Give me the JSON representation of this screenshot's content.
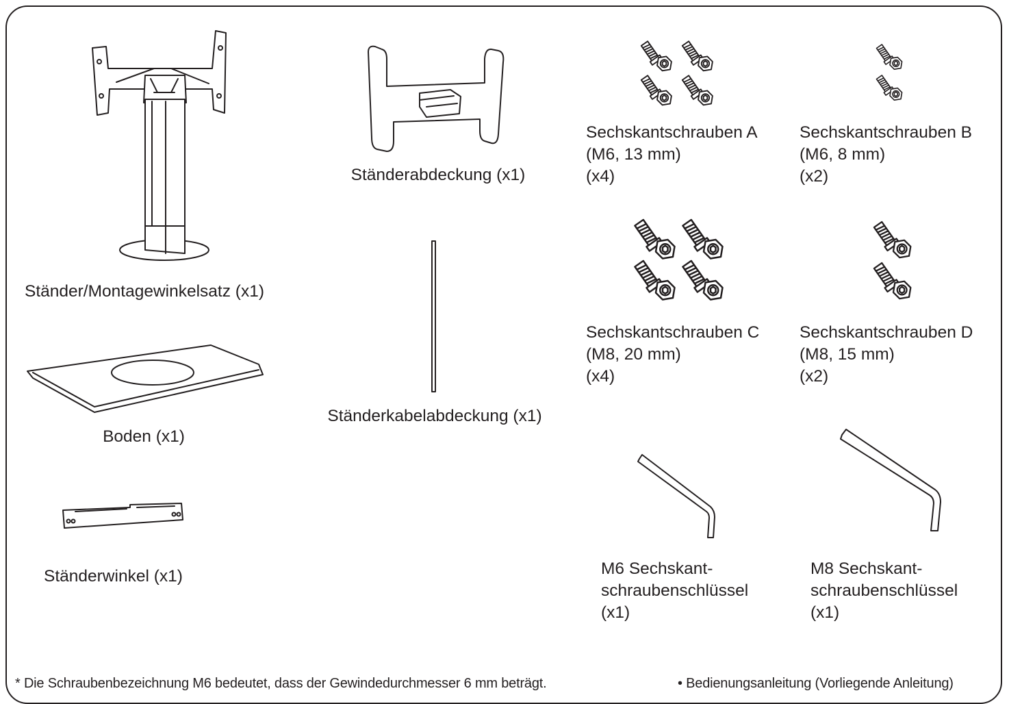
{
  "items": {
    "stand_kit": "Ständer/Montagewinkelsatz (x1)",
    "base": "Boden (x1)",
    "stand_bracket": "Ständerwinkel (x1)",
    "stand_cover": "Ständerabdeckung (x1)",
    "cable_cover": "Ständerkabelabdeckung (x1)",
    "screws_a": [
      "Sechskantschrauben A",
      "(M6, 13 mm)",
      "(x4)"
    ],
    "screws_b": [
      "Sechskantschrauben B",
      "(M6, 8 mm)",
      "(x2)"
    ],
    "screws_c": [
      "Sechskantschrauben C",
      "(M8, 20 mm)",
      "(x4)"
    ],
    "screws_d": [
      "Sechskantschrauben D",
      "(M8, 15 mm)",
      "(x2)"
    ],
    "wrench_m6": [
      "M6 Sechskant-",
      "schraubenschlüssel",
      "(x1)"
    ],
    "wrench_m8": [
      "M8 Sechskant-",
      "schraubenschlüssel",
      "(x1)"
    ]
  },
  "footer": {
    "note": "* Die Schraubenbezeichnung M6 bedeutet, dass der Gewindedurchmesser 6 mm beträgt.",
    "manual": "• Bedienungsanleitung (Vorliegende Anleitung)"
  },
  "colors": {
    "ink": "#231f20",
    "background": "#ffffff"
  }
}
